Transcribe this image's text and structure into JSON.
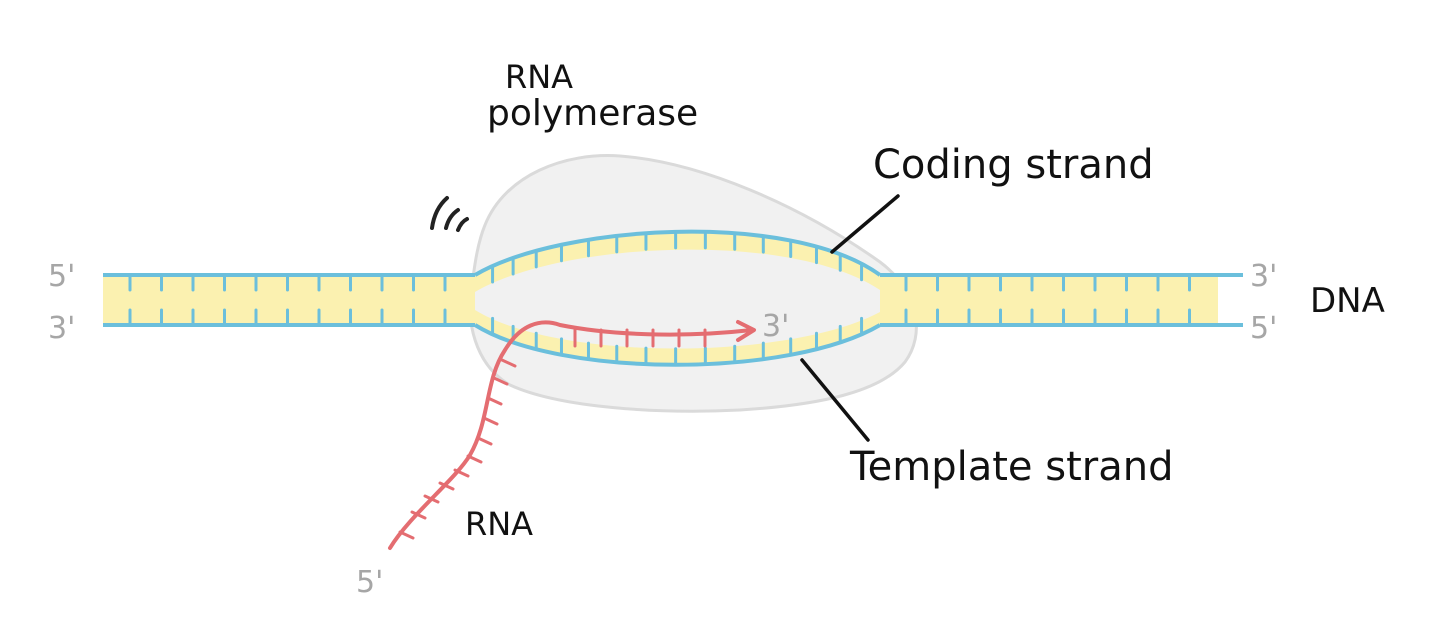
{
  "labels": {
    "polymerase_line1": "RNA",
    "polymerase_line2": "polymerase",
    "coding_strand": "Coding strand",
    "template_strand": "Template strand",
    "dna": "DNA",
    "rna": "RNA"
  },
  "ends": {
    "left_top": "5'",
    "left_bottom": "3'",
    "right_top": "3'",
    "right_bottom": "5'",
    "rna_tip": "3'",
    "rna_tail": "5'"
  },
  "colors": {
    "dna_strand": "#6bbfdc",
    "base_pair_fill": "#fbf1b0",
    "rna_strand": "#e46d71",
    "polymerase_fill": "#f1f1f1",
    "polymerase_outline": "#dadada",
    "end_label": "#a6a6a6",
    "text": "#111111"
  },
  "icons": {
    "motion": "motion-lines-icon",
    "arrow": "arrowhead-icon"
  }
}
